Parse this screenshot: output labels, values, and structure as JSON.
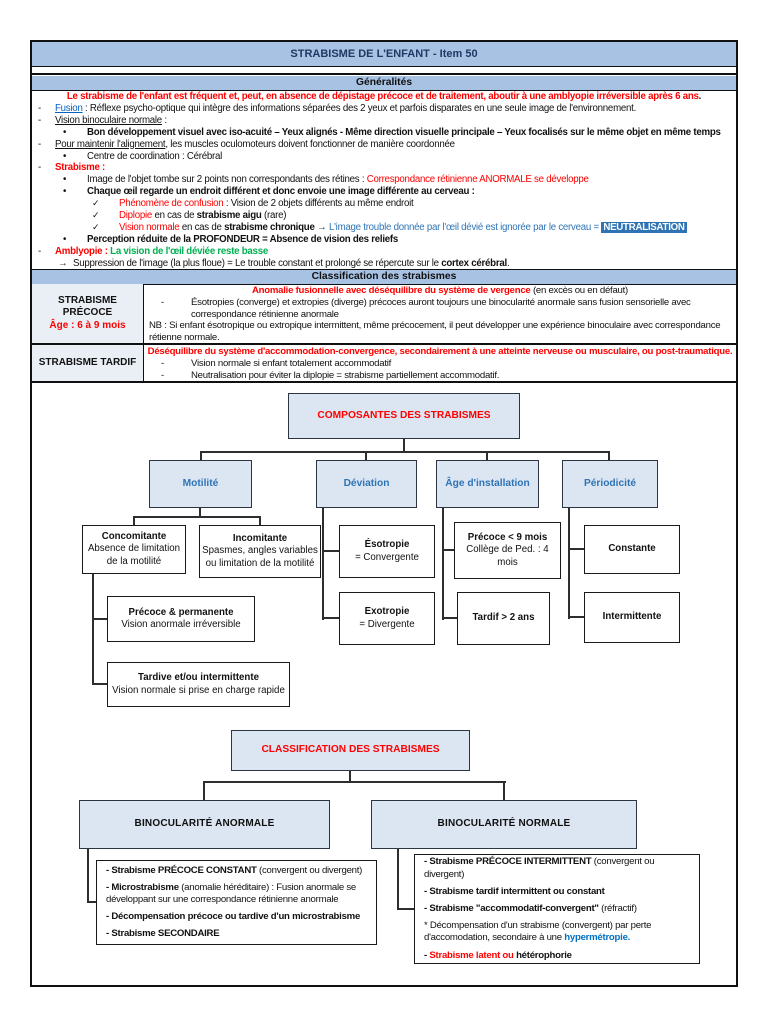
{
  "page": {
    "title": "STRABISME DE L'ENFANT - Item 50"
  },
  "colors": {
    "bar_blue": "#a7c2e3",
    "box_blue_fill": "#dce6f3",
    "red": "#FF0000",
    "blue_text": "#2E74B5",
    "green": "#00B050",
    "link_blue": "#0563C1",
    "highlight_bg": "#2E74B5",
    "hyper_blue": "#0070C0"
  },
  "generalites": {
    "header": "Généralités",
    "lines": [
      {
        "k": "ctr",
        "s": [
          {
            "t": "Le strabisme de l'enfant est fréquent et, peut, en absence de dépistage précoce et de traitement, aboutir à une amblyopie irréversible après 6 ans",
            "c": "rb"
          },
          {
            "t": ".",
            "c": "bd"
          }
        ]
      },
      {
        "k": "lvl0",
        "m": "-",
        "s": [
          {
            "t": "Fusion",
            "c": "link"
          },
          {
            "t": " : Réflexe psycho-optique qui intègre des informations séparées des 2 yeux et parfois disparates en une seule image de l'environnement.",
            "c": ""
          }
        ]
      },
      {
        "k": "lvl0",
        "m": "-",
        "s": [
          {
            "t": "Vision binoculaire normale",
            "c": "u"
          },
          {
            "t": " :",
            "c": ""
          }
        ]
      },
      {
        "k": "lvl1",
        "m": "•",
        "s": [
          {
            "t": "Bon développement visuel avec iso-acuité – Yeux alignés - Même direction visuelle principale – Yeux focalisés sur le même objet en même temps",
            "c": "bd"
          }
        ]
      },
      {
        "k": "lvl0",
        "m": "-",
        "s": [
          {
            "t": "Pour maintenir l'alignement",
            "c": "u"
          },
          {
            "t": ", les muscles oculomoteurs doivent fonctionner de manière coordonnée",
            "c": ""
          }
        ]
      },
      {
        "k": "lvl1",
        "m": "•",
        "s": [
          {
            "t": "Centre de coordination : Cérébral",
            "c": ""
          }
        ]
      },
      {
        "k": "lvl0",
        "m": "-",
        "s": [
          {
            "t": "Strabisme :",
            "c": "rb"
          }
        ]
      },
      {
        "k": "lvl1",
        "m": "•",
        "s": [
          {
            "t": "Image de l'objet tombe sur 2 points non correspondants des rétines : ",
            "c": ""
          },
          {
            "t": "Correspondance rétinienne ANORMALE se développe",
            "c": "r"
          }
        ]
      },
      {
        "k": "lvl1",
        "m": "•",
        "s": [
          {
            "t": "Chaque œil regarde un endroit différent et donc envoie une image différente au cerveau :",
            "c": "bd"
          }
        ]
      },
      {
        "k": "lvl2",
        "m": "✓",
        "s": [
          {
            "t": "Phénomène de confusion",
            "c": "r"
          },
          {
            "t": " : Vision de 2 objets différents au même endroit",
            "c": ""
          }
        ]
      },
      {
        "k": "lvl2",
        "m": "✓",
        "s": [
          {
            "t": "Diplopie",
            "c": "r"
          },
          {
            "t": " en cas de ",
            "c": ""
          },
          {
            "t": "strabisme aigu",
            "c": "bd"
          },
          {
            "t": " (rare)",
            "c": ""
          }
        ]
      },
      {
        "k": "lvl2",
        "m": "✓",
        "s": [
          {
            "t": "Vision normale",
            "c": "r"
          },
          {
            "t": " en cas de ",
            "c": ""
          },
          {
            "t": "strabisme chronique",
            "c": "bd"
          },
          {
            "t": " → ",
            "c": "bd"
          },
          {
            "t": "L'image trouble donnée par l'œil dévié est ignorée par le cerveau = ",
            "c": "bl"
          },
          {
            "t": "NEUTRALISATION",
            "c": "hl"
          }
        ]
      },
      {
        "k": "lvl1",
        "m": "•",
        "s": [
          {
            "t": "Perception réduite de la PROFONDEUR = Absence de vision des reliefs",
            "c": "bd"
          }
        ]
      },
      {
        "k": "lvl0",
        "m": "-",
        "s": [
          {
            "t": "Amblyopie :",
            "c": "rb"
          },
          {
            "t": " ",
            "c": ""
          },
          {
            "t": "La vision de l'œil déviée reste basse",
            "c": "gb"
          }
        ]
      },
      {
        "k": "arr",
        "m": "→",
        "s": [
          {
            "t": "Suppression de l'image (la plus floue) = Le trouble constant et prolongé se répercute sur le ",
            "c": ""
          },
          {
            "t": "cortex cérébral",
            "c": "bd"
          },
          {
            "t": ".",
            "c": ""
          }
        ]
      }
    ]
  },
  "classification": {
    "header": "Classification des strabismes",
    "precoce": {
      "title": "STRABISME PRÉCOCE",
      "age": "Âge : 6 à 9 mois",
      "lines": [
        {
          "k": "cctr",
          "s": [
            {
              "t": "Anomalie fusionnelle avec déséquilibre du système de vergence ",
              "c": "rb"
            },
            {
              "t": "(en excès ou en défaut)",
              "c": ""
            }
          ]
        },
        {
          "k": "cdash",
          "m": "-",
          "s": [
            {
              "t": "Ésotropies (converge) et extropies (diverge) précoces auront toujours une binocularité anormale sans fusion sensorielle avec correspondance rétinienne anormale",
              "c": ""
            }
          ]
        },
        {
          "k": "cnb",
          "s": [
            {
              "t": "NB : Si enfant ésotropique ou extropique intermittent, même précocement, il peut développer une expérience binoculaire avec correspondance rétienne normale.",
              "c": ""
            }
          ]
        }
      ]
    },
    "tardif": {
      "title": "STRABISME TARDIF",
      "lines": [
        {
          "k": "cctr",
          "s": [
            {
              "t": "Déséquilibre du système d'accommodation-convergence, secondairement à une atteinte nerveuse ou musculaire, ou post-traumatique.",
              "c": "rb"
            }
          ]
        },
        {
          "k": "cdash",
          "m": "-",
          "s": [
            {
              "t": "Vision normale si enfant totalement accommodatif",
              "c": ""
            }
          ]
        },
        {
          "k": "cdash",
          "m": "-",
          "s": [
            {
              "t": "Neutralisation pour éviter la diplopie = strabisme partiellement accommodatif.",
              "c": ""
            }
          ]
        }
      ]
    }
  },
  "flowchart1": {
    "root": "COMPOSANTES DES STRABISMES",
    "motilite": {
      "label": "Motilité",
      "concomitante": {
        "title": "Concomitante",
        "sub": "Absence de limitation de la motilité"
      },
      "incomitante": {
        "title": "Incomitante",
        "sub": "Spasmes, angles variables ou limitation de la motilité"
      },
      "precoce_permanente": {
        "title": "Précoce & permanente",
        "sub": "Vision anormale irréversible"
      },
      "tardive_intermittente": {
        "title": "Tardive et/ou intermittente",
        "sub": "Vision normale si prise en charge rapide"
      }
    },
    "deviation": {
      "label": "Déviation",
      "esotropie": {
        "title": "Ésotropie",
        "sub": "= Convergente"
      },
      "exotropie": {
        "title": "Exotropie",
        "sub": "= Divergente"
      }
    },
    "age_installation": {
      "label": "Âge d'installation",
      "precoce": {
        "title": "Précoce < 9 mois",
        "sub": "Collège de Ped. : 4 mois"
      },
      "tardif": {
        "title": "Tardif > 2 ans"
      }
    },
    "periodicite": {
      "label": "Périodicité",
      "constante": {
        "title": "Constante"
      },
      "intermittente": {
        "title": "Intermittente"
      }
    }
  },
  "flowchart2": {
    "root": "CLASSIFICATION DES STRABISMES",
    "anormale": {
      "header": "BINOCULARITÉ ANORMALE",
      "items": [
        {
          "k": "ditem",
          "s": [
            {
              "t": "- Strabisme PRÉCOCE CONSTANT",
              "c": "bd"
            },
            {
              "t": " (convergent ou divergent)",
              "c": ""
            }
          ]
        },
        {
          "k": "ditem",
          "s": [
            {
              "t": "- Microstrabisme",
              "c": "bd"
            },
            {
              "t": " (anomalie héréditaire) : Fusion anormale se développant sur une correspondance rétinienne anormale",
              "c": ""
            }
          ]
        },
        {
          "k": "ditem",
          "s": [
            {
              "t": "- Décompensation précoce ou tardive d'un microstrabisme",
              "c": "bd"
            }
          ]
        },
        {
          "k": "ditem",
          "s": [
            {
              "t": "- Strabisme SECONDAIRE",
              "c": "bd"
            }
          ]
        }
      ]
    },
    "normale": {
      "header": "BINOCULARITÉ NORMALE",
      "items": [
        {
          "k": "ditem",
          "s": [
            {
              "t": "- Strabisme PRÉCOCE INTERMITTENT",
              "c": "bd"
            },
            {
              "t": " (convergent ou divergent)",
              "c": ""
            }
          ]
        },
        {
          "k": "ditem",
          "s": [
            {
              "t": "- Strabisme tardif intermittent ou constant",
              "c": "bd"
            }
          ]
        },
        {
          "k": "ditem",
          "s": [
            {
              "t": "- Strabisme \"accommodatif-convergent\"",
              "c": "bd"
            },
            {
              "t": " (réfractif)",
              "c": ""
            }
          ]
        },
        {
          "k": "ditem",
          "s": [
            {
              "t": " * Décompensation d'un strabisme (convergent) par perte d'accomodation, secondaire à une ",
              "c": ""
            },
            {
              "t": "hypermétropie.",
              "c": "hy"
            }
          ]
        },
        {
          "k": "ditem",
          "s": [
            {
              "t": "- ",
              "c": "bd"
            },
            {
              "t": "Strabisme latent ou",
              "c": "rb"
            },
            {
              "t": " hétérophorie",
              "c": "bd"
            }
          ]
        }
      ]
    }
  }
}
